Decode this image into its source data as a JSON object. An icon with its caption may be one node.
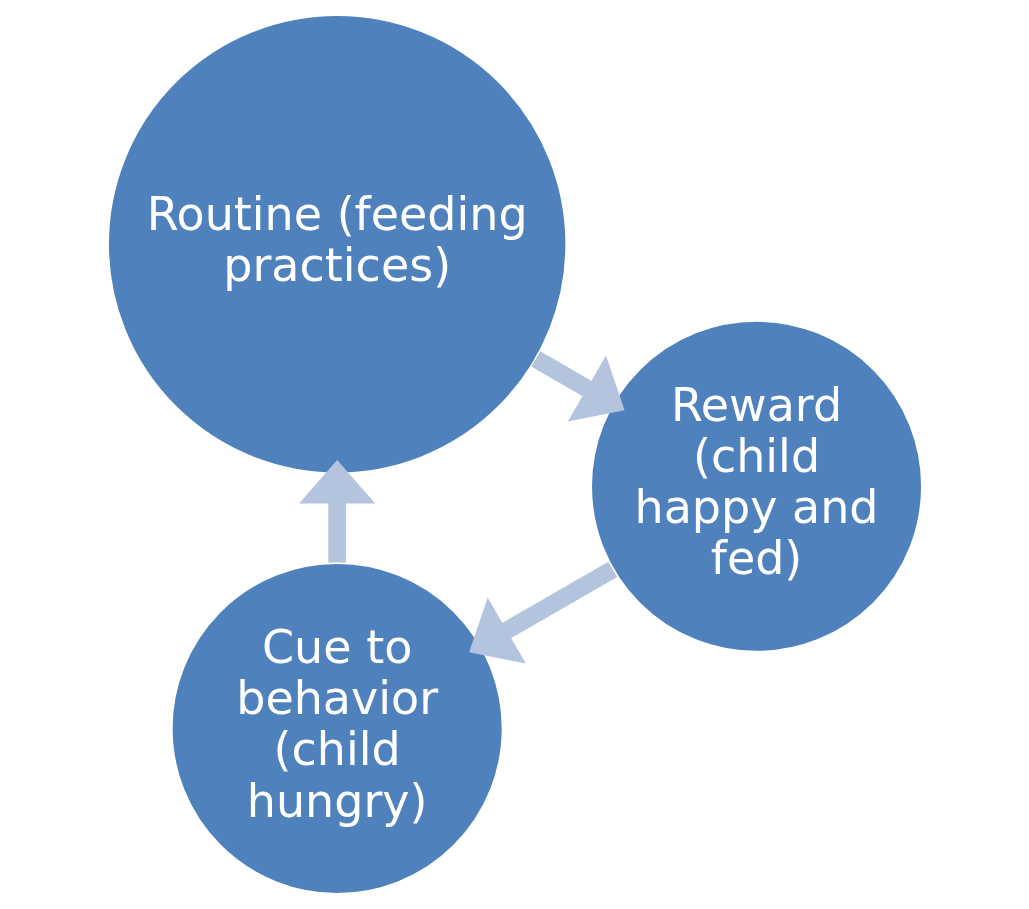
{
  "diagram": {
    "nodes": [
      {
        "text": [
          "Cue to behavior (child hungry)"
        ]
      },
      {
        "text": [
          "Routine (feeding practices)"
        ]
      },
      {
        "text": [
          "Reward (child happy and fed)"
        ]
      }
    ],
    "edges": [
      {
        "from": 0,
        "to": 1,
        "arrow": "to"
      },
      {
        "from": 1,
        "to": 2,
        "arrow": "to"
      },
      {
        "from": 2,
        "to": 0,
        "arrow": "to"
      }
    ]
  }
}
